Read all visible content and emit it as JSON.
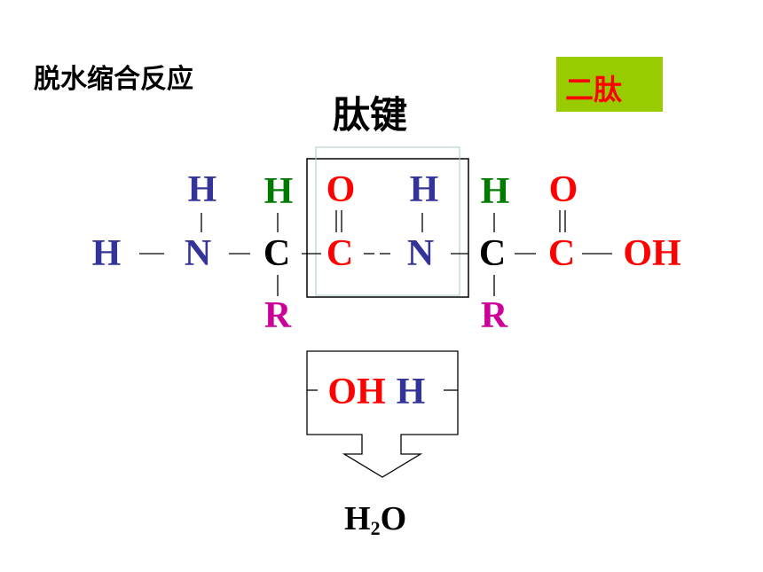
{
  "title": "脱水缩合反应",
  "badge": {
    "text": "二肽",
    "bg": "#99cc00",
    "color": "#ff0000"
  },
  "bond_label": "肽键",
  "chain": {
    "h_left": "H",
    "n1": "N",
    "c1": "C",
    "c2": "C",
    "n2": "N",
    "c3": "C",
    "c4": "C",
    "oh_right": "OH"
  },
  "above": {
    "h_n1": "H",
    "h_c1": "H",
    "o_c2": "O",
    "h_n2": "H",
    "h_c3": "H",
    "o_c4": "O"
  },
  "below": {
    "r1": "R",
    "r2": "R"
  },
  "removed": {
    "oh": "OH",
    "h": "H"
  },
  "product": {
    "main": "H",
    "sub": "2",
    "tail": "O"
  }
}
